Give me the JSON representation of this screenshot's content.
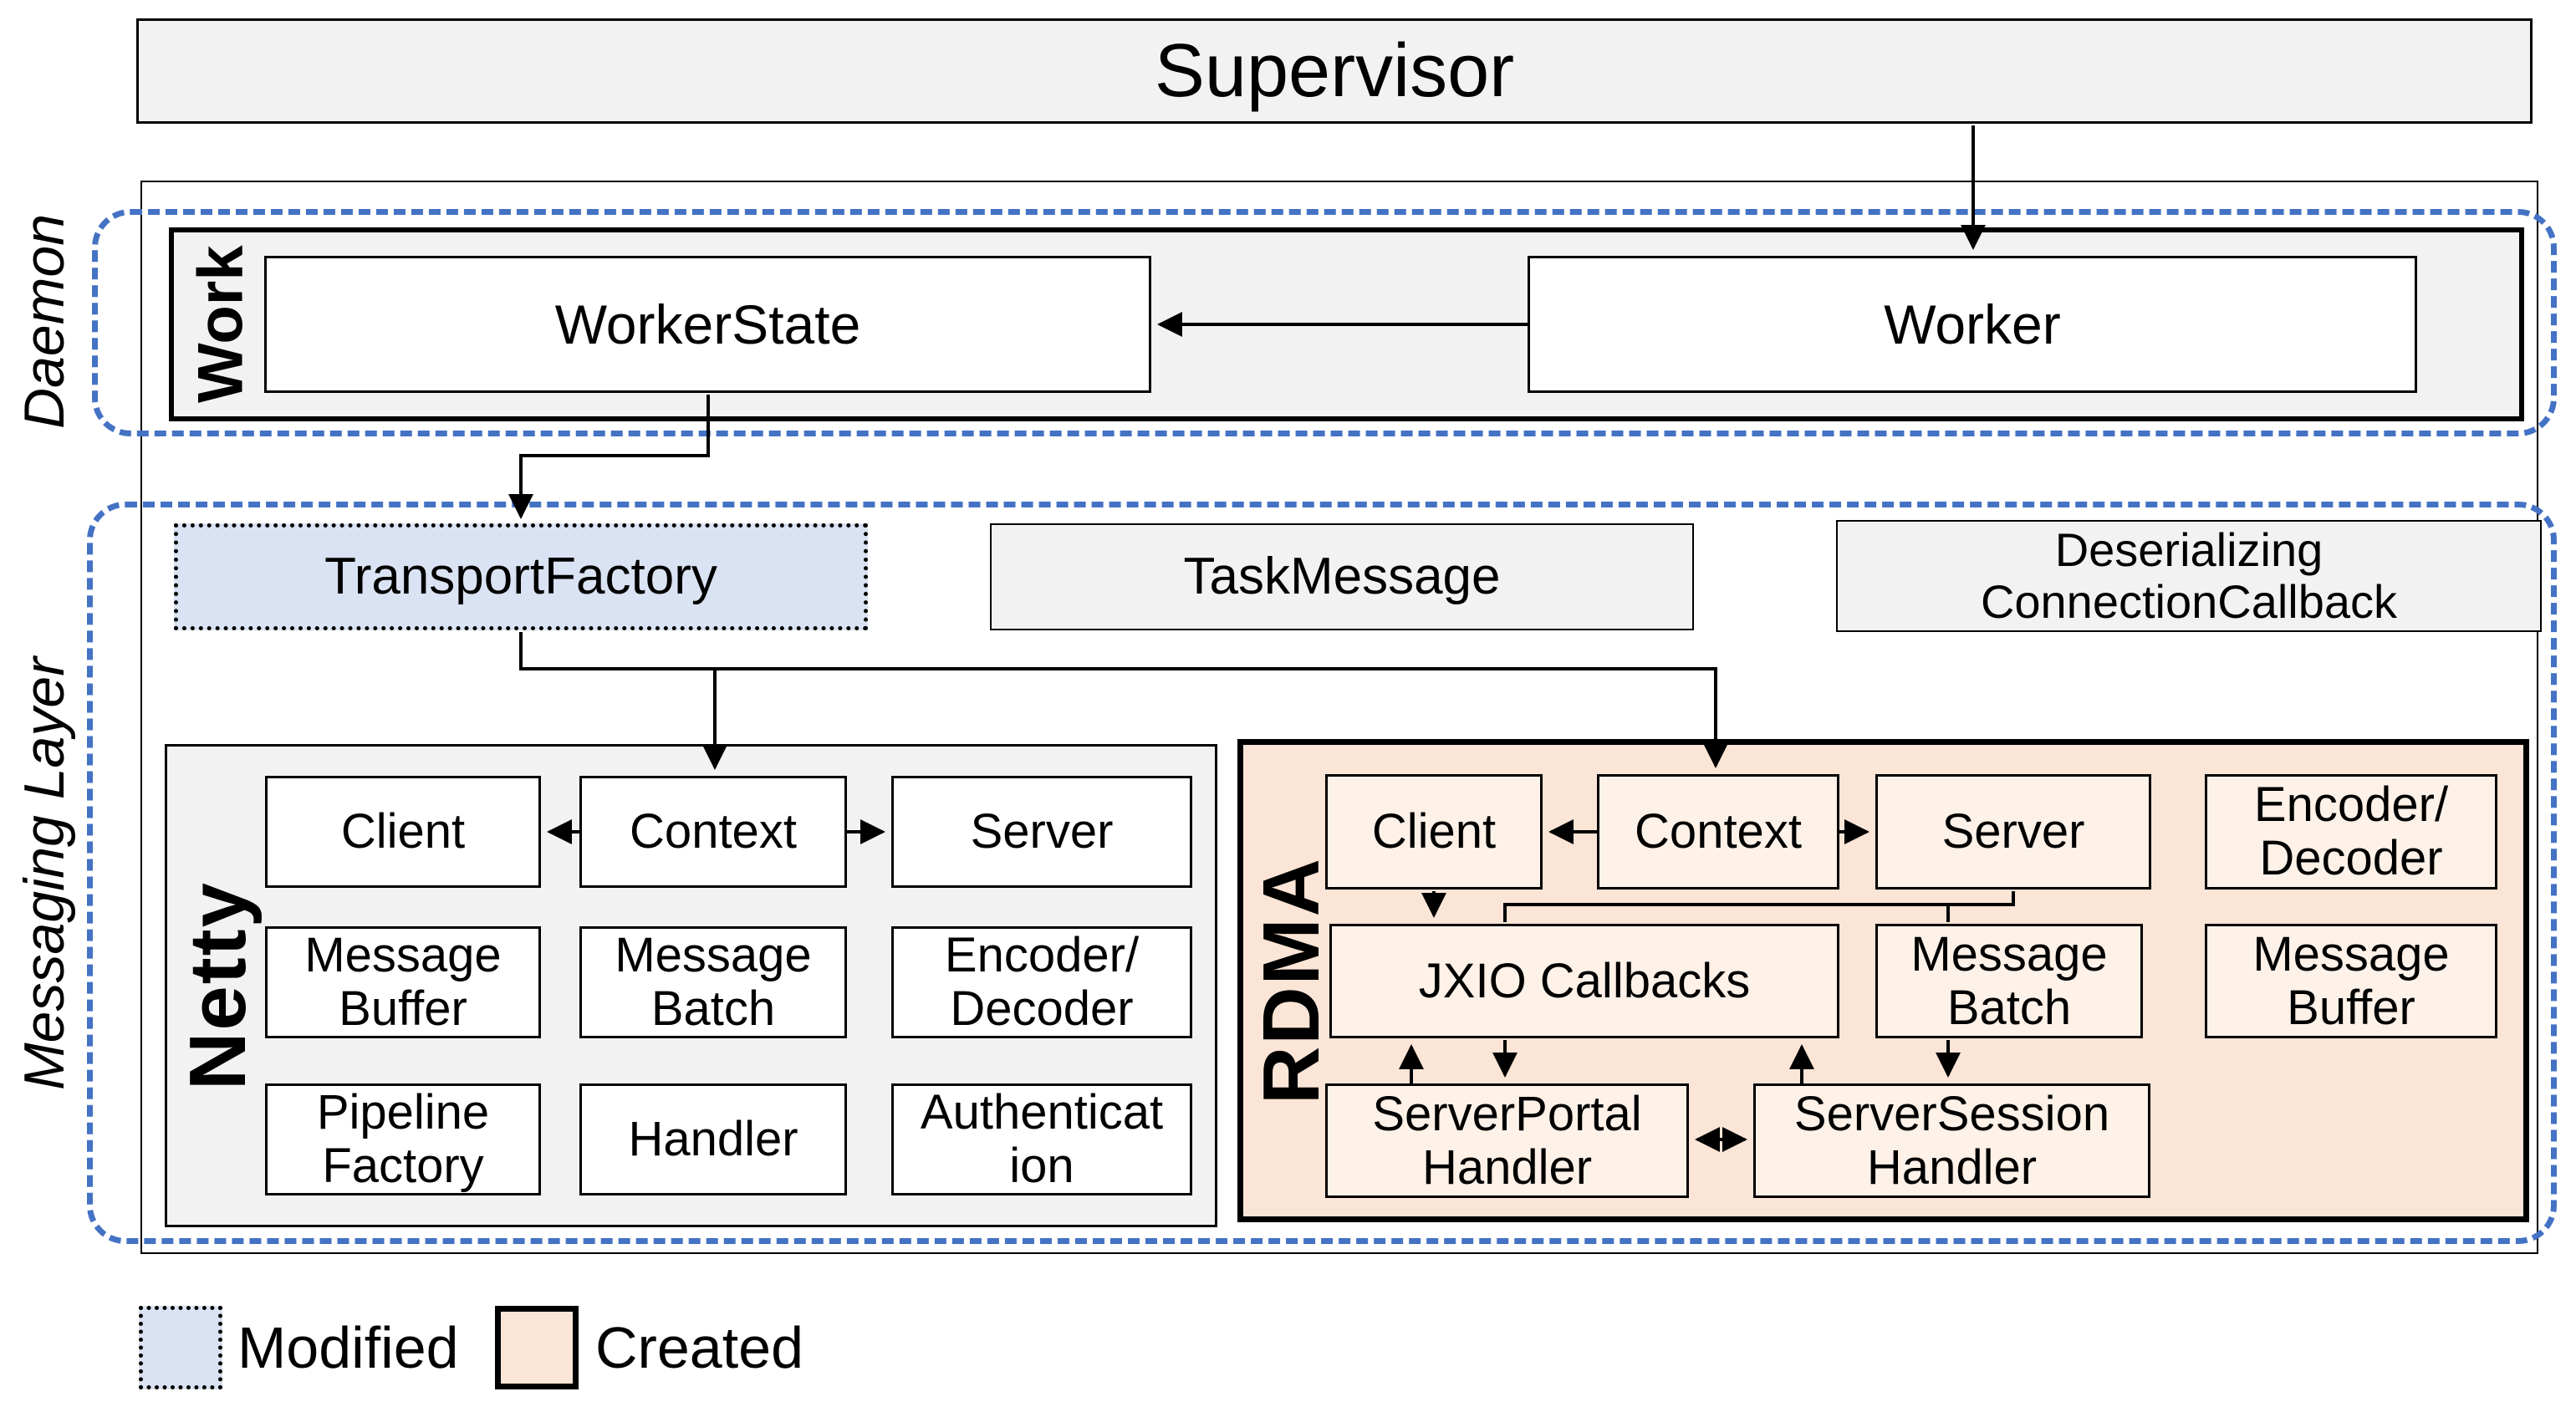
{
  "supervisor": {
    "label": "Supervisor"
  },
  "regions": {
    "daemon": {
      "label": "Daemon",
      "work": {
        "label": "Work",
        "worker_state": "WorkerState",
        "worker": "Worker"
      }
    },
    "messaging": {
      "label": "Messaging Layer",
      "transport_factory": "TransportFactory",
      "task_message": "TaskMessage",
      "deserializing_connection_callback": "Deserializing\nConnectionCallback",
      "netty": {
        "label": "Netty",
        "client": "Client",
        "context": "Context",
        "server": "Server",
        "message_buffer": "Message\nBuffer",
        "message_batch": "Message\nBatch",
        "encoder_decoder": "Encoder/\nDecoder",
        "pipeline_factory": "Pipeline\nFactory",
        "handler": "Handler",
        "authentication": "Authenticat\nion"
      },
      "rdma": {
        "label": "RDMA",
        "client": "Client",
        "context": "Context",
        "server": "Server",
        "encoder_decoder": "Encoder/\nDecoder",
        "jxio_callbacks": "JXIO Callbacks",
        "message_batch": "Message\nBatch",
        "message_buffer": "Message\nBuffer",
        "serverportal_handler": "ServerPortal\nHandler",
        "serversession_handler": "ServerSession\nHandler"
      }
    }
  },
  "legend": {
    "modified": "Modified",
    "created": "Created"
  },
  "colors": {
    "dashed_region_blue": "#4472c4",
    "modified_fill": "#dae3f3",
    "created_fill": "#fbe5d6",
    "rdma_inner_box_fill": "#fdf1e8",
    "group_gray_fill": "#f2f2f2",
    "line_color": "#000000"
  }
}
